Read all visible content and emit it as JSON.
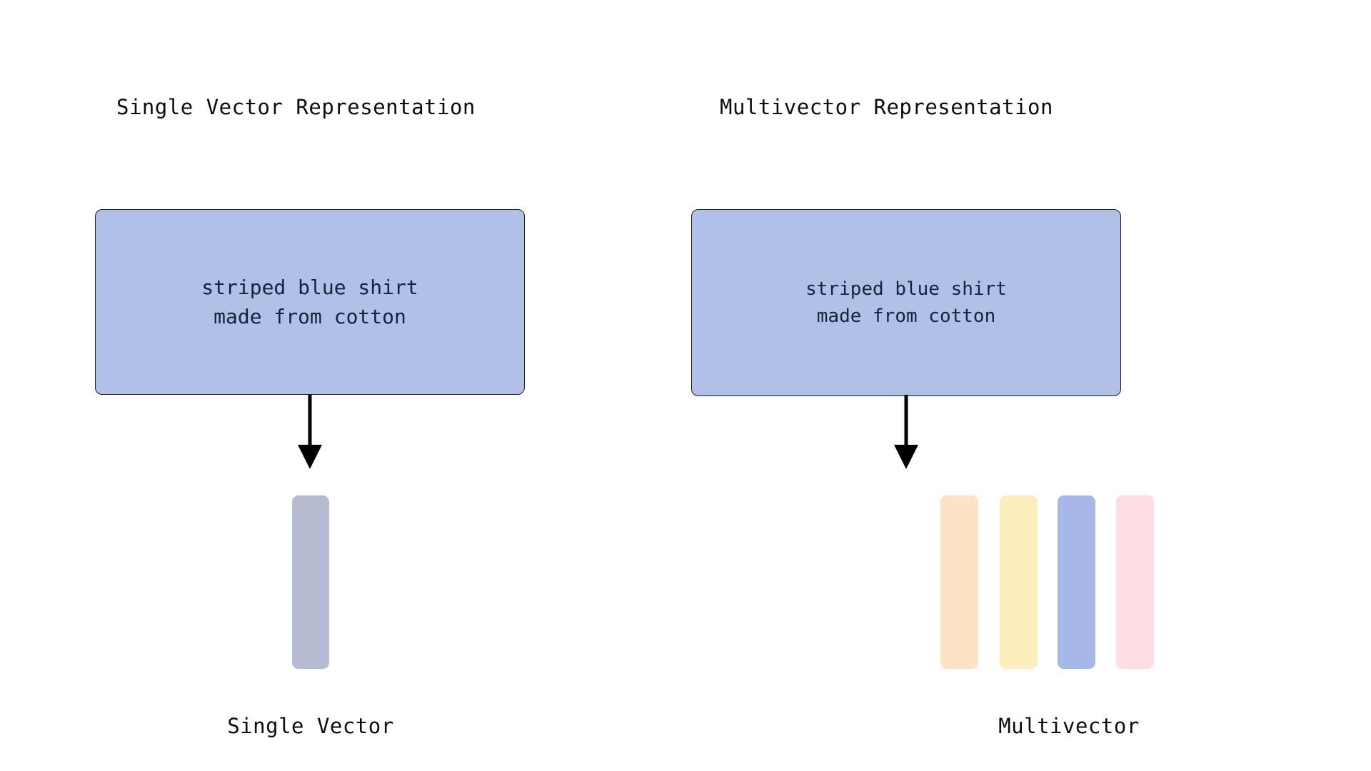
{
  "background_color": "#ffffff",
  "panels": [
    {
      "id": "single-vector",
      "title": "Single Vector Representation",
      "document": {
        "text": "striped blue shirt\nmade from cotton",
        "fill_color": "#b0c0e6",
        "border_color": "#1b1b28",
        "text_color": "#16213f"
      },
      "arrow": {
        "direction": "down",
        "color": "#000000"
      },
      "vectors": [
        {
          "name": "single-vector-bar",
          "color": "#b6bbd1"
        }
      ],
      "caption": "Single Vector"
    },
    {
      "id": "multivector",
      "title": "Multivector Representation",
      "document": {
        "text": "striped blue shirt\nmade from cotton",
        "fill_color": "#b0c0e6",
        "border_color": "#1b1b28",
        "text_color": "#16213f"
      },
      "arrow": {
        "direction": "down",
        "color": "#000000"
      },
      "vectors": [
        {
          "name": "multivector-bar-1",
          "color": "#fce3c6"
        },
        {
          "name": "multivector-bar-2",
          "color": "#fdeebe"
        },
        {
          "name": "multivector-bar-3",
          "color": "#a7b8e8"
        },
        {
          "name": "multivector-bar-4",
          "color": "#fddee3"
        }
      ],
      "caption": "Multivector"
    }
  ]
}
